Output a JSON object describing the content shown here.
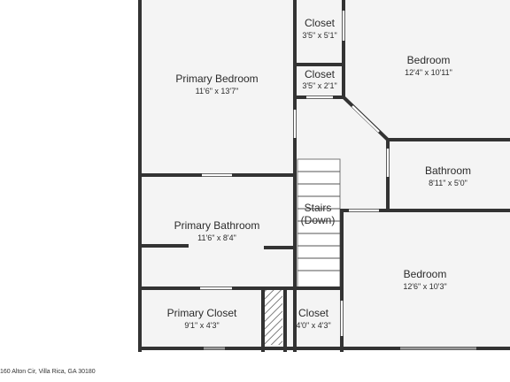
{
  "plan": {
    "colors": {
      "floor": "#f4f4f4",
      "wall": "#333333",
      "opening": "#ffffff"
    },
    "rooms": {
      "primary_bedroom": {
        "name": "Primary Bedroom",
        "dims": "11'6\" x 13'7\""
      },
      "closet_top": {
        "name": "Closet",
        "dims": "3'5\" x 5'1\""
      },
      "closet_mid": {
        "name": "Closet",
        "dims": "3'5\" x 2'1\""
      },
      "bedroom_top": {
        "name": "Bedroom",
        "dims": "12'4\" x 10'11\""
      },
      "bathroom": {
        "name": "Bathroom",
        "dims": "8'11\" x 5'0\""
      },
      "primary_bathroom": {
        "name": "Primary Bathroom",
        "dims": "11'6\" x 8'4\""
      },
      "stairs": {
        "name_line1": "Stairs",
        "name_line2": "(Down)"
      },
      "bedroom_bottom": {
        "name": "Bedroom",
        "dims": "12'6\" x 10'3\""
      },
      "primary_closet": {
        "name": "Primary Closet",
        "dims": "9'1\" x 4'3\""
      },
      "closet_bottom": {
        "name": "Closet",
        "dims": "4'0\" x 4'3\""
      }
    }
  },
  "footer": {
    "address": "160 Alton Cir, Villa Rica, GA 30180"
  }
}
